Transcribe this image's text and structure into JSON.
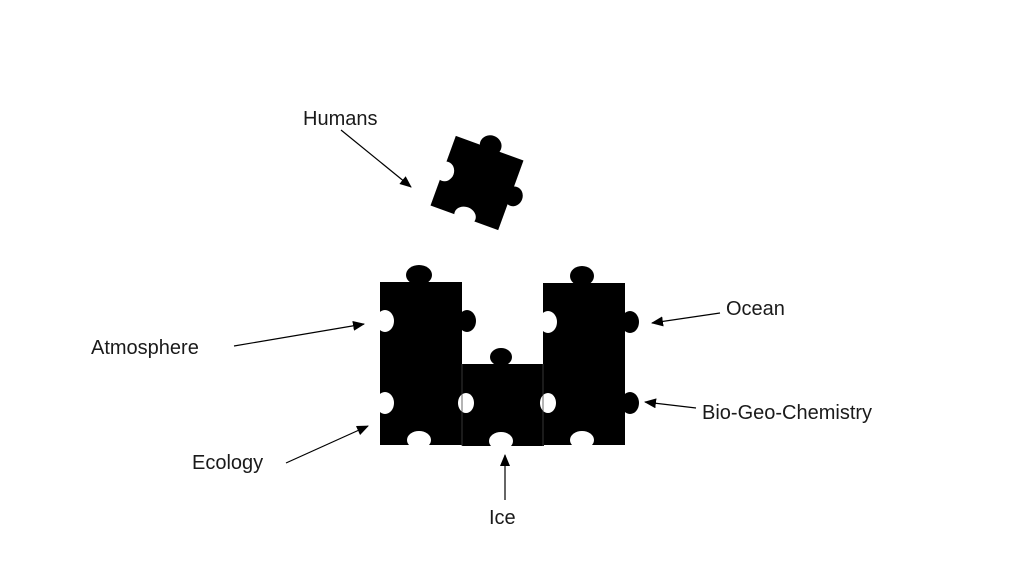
{
  "diagram": {
    "labels": {
      "humans": "Humans",
      "atmosphere": "Atmosphere",
      "ocean": "Ocean",
      "ecology": "Ecology",
      "ice": "Ice",
      "bio_geo_chemistry": "Bio-Geo-Chemistry"
    },
    "colors": {
      "piece": "#000000",
      "background": "#ffffff",
      "text": "#1a1a1a"
    }
  }
}
